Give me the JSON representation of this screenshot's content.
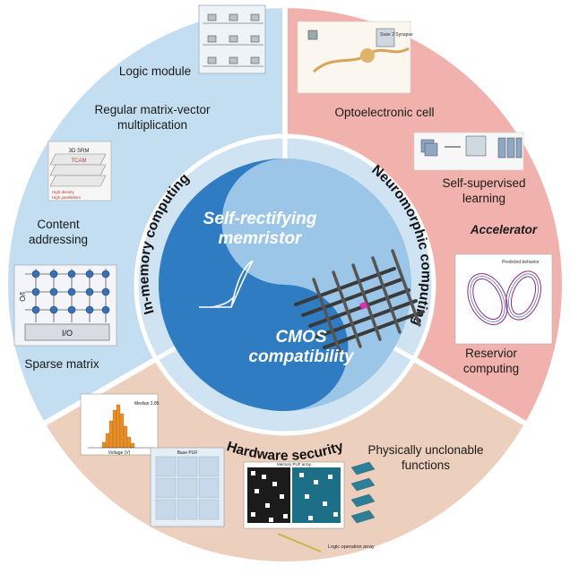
{
  "center": {
    "top_title_line1": "Self-rectifying",
    "top_title_line2": "memristor",
    "bottom_title_line1": "CMOS",
    "bottom_title_line2": "compatibility"
  },
  "rings": {
    "in_memory": "In-memory computing",
    "neuromorphic": "Neuromorphic computing",
    "hardware_security": "Hardware security"
  },
  "applications": {
    "logic_module": "Logic module",
    "mvm_line1": "Regular matrix-vector",
    "mvm_line2": "multiplication",
    "content_line1": "Content",
    "content_line2": "addressing",
    "sparse": "Sparse matrix",
    "opto": "Optoelectronic cell",
    "ssl_line1": "Self-supervised",
    "ssl_line2": "learning",
    "accelerator": "Accelerator",
    "reservoir_line1": "Reservior",
    "reservoir_line2": "computing",
    "puf_line1": "Physically unclonable",
    "puf_line2": "functions"
  },
  "thumb_text": {
    "tcam_1": "3D SRM",
    "tcam_2": "TCAM",
    "tcam_3": "High density",
    "tcam_4": "High parallelism",
    "io_a": "I/O",
    "io_b": "I/O",
    "hist_title": "Median 2.85",
    "hist_xlabel": "Voltage (V)",
    "puf_base": "Base PUF",
    "puf_array": "Memory PUF array",
    "logic_array": "Logic operation array",
    "reservoir_legend": "Predicted behavior",
    "syn_label": "State 2 Synapse"
  },
  "colors": {
    "left_sector": "#c4def1",
    "right_sector": "#f1b2ad",
    "bottom_sector": "#eccfbd",
    "inner_ring": "#cfe3f2",
    "center_light": "#9cc6e8",
    "center_dark": "#2f7cc3"
  }
}
